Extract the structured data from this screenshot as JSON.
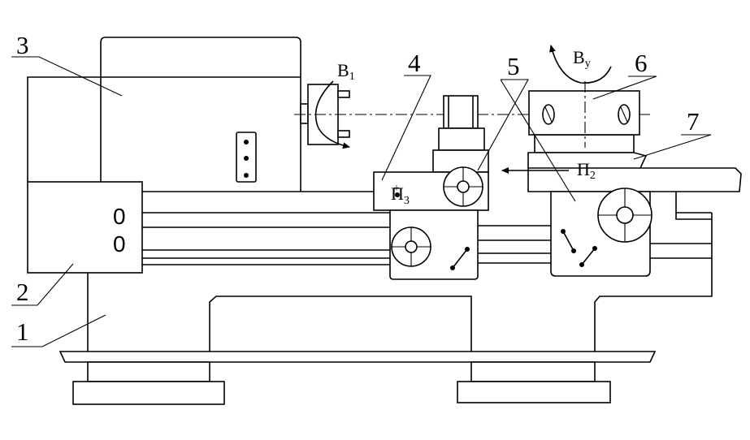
{
  "callouts": {
    "n1": "1",
    "n2": "2",
    "n3": "3",
    "n4": "4",
    "n5": "5",
    "n6": "6",
    "n7": "7"
  },
  "motions": {
    "spindle_rotation": {
      "main": "В",
      "sub": "1"
    },
    "tool_rotation": {
      "main": "В",
      "sub": "у"
    },
    "cross_feed": {
      "main": "П",
      "sub": "2"
    },
    "carriage_feed": {
      "main": "П",
      "sub": "3",
      "sign": "+"
    }
  },
  "gearbox_dials": [
    "0",
    "0"
  ]
}
